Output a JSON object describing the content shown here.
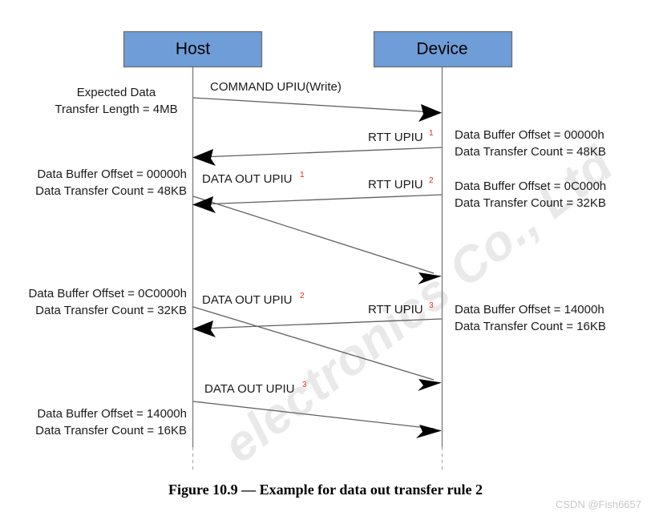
{
  "figure": {
    "caption": "Figure 10.9 — Example for data out transfer rule 2",
    "watermark_diagonal": "electronics Co., Ltd",
    "watermark_corner": "CSDN @Fish6657",
    "accent_box_color": "#6E9DD8",
    "superscript_color": "#E8231A"
  },
  "actors": [
    {
      "id": "host",
      "label": "Host"
    },
    {
      "id": "device",
      "label": "Device"
    }
  ],
  "messages": [
    {
      "id": "command-upiu-write",
      "label": "COMMAND UPIU(Write)",
      "superscript": "",
      "direction": "host-to-device"
    },
    {
      "id": "rtt-upiu-1",
      "label": "RTT UPIU",
      "superscript": "1",
      "direction": "device-to-host"
    },
    {
      "id": "data-out-upiu-1",
      "label": "DATA OUT UPIU",
      "superscript": "1",
      "direction": "host-to-device"
    },
    {
      "id": "rtt-upiu-2",
      "label": "RTT UPIU",
      "superscript": "2",
      "direction": "device-to-host"
    },
    {
      "id": "data-out-upiu-2",
      "label": "DATA OUT UPIU",
      "superscript": "2",
      "direction": "host-to-device"
    },
    {
      "id": "rtt-upiu-3",
      "label": "RTT UPIU",
      "superscript": "3",
      "direction": "device-to-host"
    },
    {
      "id": "data-out-upiu-3",
      "label": "DATA OUT UPIU",
      "superscript": "3",
      "direction": "host-to-device"
    }
  ],
  "left_notes": [
    {
      "id": "expected-data-transfer-length",
      "line1": "Expected Data",
      "line2": "Transfer Length = 4MB"
    },
    {
      "id": "host-data-out-1-params",
      "line1": "Data Buffer Offset   = 00000h",
      "line2": "Data Transfer Count = 48KB"
    },
    {
      "id": "host-data-out-2-params",
      "line1": "Data Buffer Offset   = 0C0000h",
      "line2": "Data Transfer Count = 32KB"
    },
    {
      "id": "host-data-out-3-params",
      "line1": "Data Buffer Offset  = 14000h",
      "line2": "Data Transfer Count = 16KB"
    }
  ],
  "right_notes": [
    {
      "id": "rtt-1-params",
      "line1": "Data Buffer Offset  = 00000h",
      "line2": "Data Transfer Count = 48KB"
    },
    {
      "id": "rtt-2-params",
      "line1": "Data Buffer Offset  = 0C000h",
      "line2": "Data Transfer Count = 32KB"
    },
    {
      "id": "rtt-3-params",
      "line1": "Data Buffer Offset   = 14000h",
      "line2": "Data Transfer Count = 16KB"
    }
  ]
}
